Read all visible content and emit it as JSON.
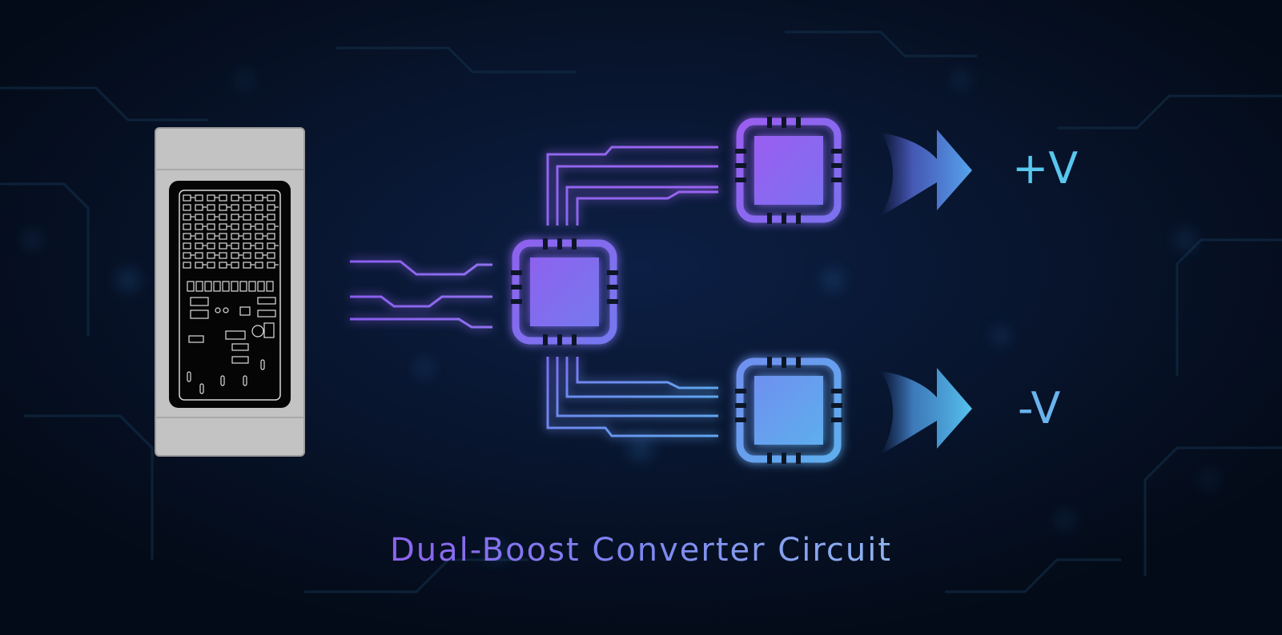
{
  "diagram": {
    "caption": "Dual-Boost Converter Circuit",
    "outputs": {
      "positive_label": "+V",
      "negative_label": "-V"
    },
    "nodes": [
      "pcb-module",
      "input-chip",
      "positive-boost-chip",
      "negative-boost-chip"
    ],
    "edges": [
      {
        "from": "pcb-module",
        "to": "input-chip"
      },
      {
        "from": "input-chip",
        "to": "positive-boost-chip"
      },
      {
        "from": "input-chip",
        "to": "negative-boost-chip"
      },
      {
        "from": "positive-boost-chip",
        "to": "positive-output"
      },
      {
        "from": "negative-boost-chip",
        "to": "negative-output"
      }
    ]
  },
  "colors": {
    "background": "#050d1e",
    "chip_purple": "#8e60ee",
    "chip_violet": "#7d70ef",
    "chip_blue": "#62a6ee",
    "accent_cyan": "#58c7ee",
    "module_body": "#c4c4c4"
  }
}
